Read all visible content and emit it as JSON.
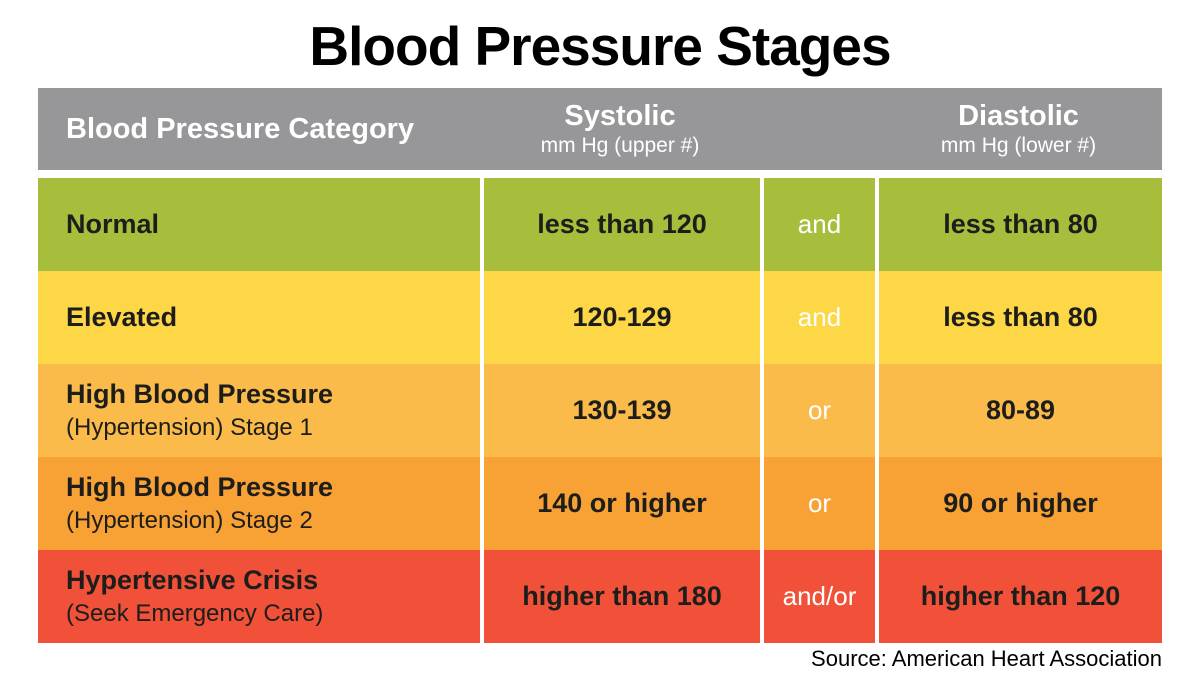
{
  "title": "Blood Pressure Stages",
  "source": "Source: American Heart Association",
  "header": {
    "category": "Blood Pressure Category",
    "systolic": {
      "title": "Systolic",
      "subtitle": "mm Hg (upper #)"
    },
    "diastolic": {
      "title": "Diastolic",
      "subtitle": "mm Hg (lower #)"
    }
  },
  "rows": [
    {
      "category": "Normal",
      "category_note": "",
      "systolic": "less than 120",
      "connector": "and",
      "diastolic": "less than 80",
      "color": "#a6be3c"
    },
    {
      "category": "Elevated",
      "category_note": "",
      "systolic": "120-129",
      "connector": "and",
      "diastolic": "less than 80",
      "color": "#fed747"
    },
    {
      "category": "High Blood Pressure",
      "category_note": "(Hypertension) Stage 1",
      "systolic": "130-139",
      "connector": "or",
      "diastolic": "80-89",
      "color": "#fbbb4b"
    },
    {
      "category": "High Blood Pressure",
      "category_note": "(Hypertension) Stage 2",
      "systolic": "140 or higher",
      "connector": "or",
      "diastolic": "90 or higher",
      "color": "#f8a134"
    },
    {
      "category": "Hypertensive Crisis",
      "category_note": "(Seek Emergency Care)",
      "systolic": "higher than 180",
      "connector": "and/or",
      "diastolic": "higher than 120",
      "color": "#f05138"
    }
  ],
  "colors": {
    "header_bg": "#97979a",
    "header_text": "#ffffff",
    "body_text": "#1d1d1b",
    "divider": "#ffffff",
    "page_bg": "#ffffff",
    "title_text": "#000000"
  },
  "chart_data": {
    "type": "table",
    "title": "Blood Pressure Stages",
    "columns": [
      "Blood Pressure Category",
      "Systolic mm Hg (upper #)",
      "connector",
      "Diastolic mm Hg (lower #)"
    ],
    "rows": [
      [
        "Normal",
        "less than 120",
        "and",
        "less than 80"
      ],
      [
        "Elevated",
        "120-129",
        "and",
        "less than 80"
      ],
      [
        "High Blood Pressure (Hypertension) Stage 1",
        "130-139",
        "or",
        "80-89"
      ],
      [
        "High Blood Pressure (Hypertension) Stage 2",
        "140 or higher",
        "or",
        "90 or higher"
      ],
      [
        "Hypertensive Crisis (Seek Emergency Care)",
        "higher than 180",
        "and/or",
        "higher than 120"
      ]
    ],
    "row_colors": [
      "#a6be3c",
      "#fed747",
      "#fbbb4b",
      "#f8a134",
      "#f05138"
    ],
    "source": "Source: American Heart Association"
  }
}
